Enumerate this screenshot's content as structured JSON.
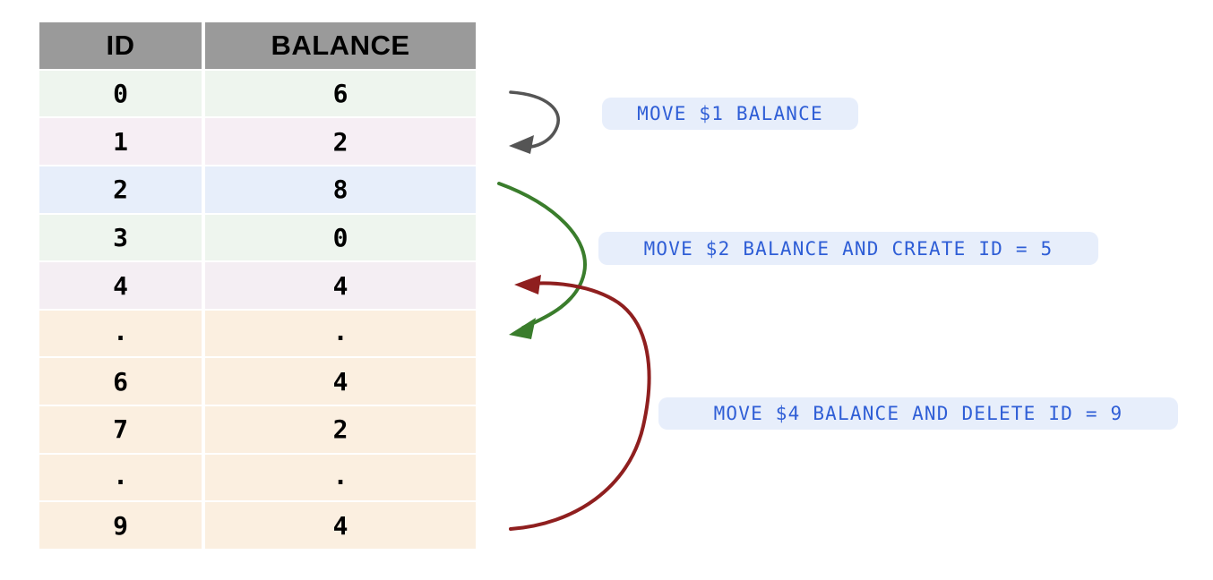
{
  "table": {
    "columns": [
      "ID",
      "BALANCE"
    ],
    "rows": [
      {
        "id": "0",
        "balance": "6",
        "tint": "#eef5ee"
      },
      {
        "id": "1",
        "balance": "2",
        "tint": "#f6eef4"
      },
      {
        "id": "2",
        "balance": "8",
        "tint": "#e7eefa"
      },
      {
        "id": "3",
        "balance": "0",
        "tint": "#eef5ee"
      },
      {
        "id": "4",
        "balance": "4",
        "tint": "#f4eef3"
      },
      {
        "id": ".",
        "balance": ".",
        "tint": "#fbefe0"
      },
      {
        "id": "6",
        "balance": "4",
        "tint": "#fbefe0"
      },
      {
        "id": "7",
        "balance": "2",
        "tint": "#fbefe0"
      },
      {
        "id": ".",
        "balance": ".",
        "tint": "#fbefe0"
      },
      {
        "id": "9",
        "balance": "4",
        "tint": "#fbefe0"
      }
    ]
  },
  "annotations": [
    {
      "label": "MOVE $1 BALANCE",
      "arrow_color": "#555555"
    },
    {
      "label": "MOVE $2 BALANCE AND CREATE ID = 5",
      "arrow_color": "#3a7d2c"
    },
    {
      "label": "MOVE $4 BALANCE AND DELETE ID = 9",
      "arrow_color": "#8f1f1f"
    }
  ],
  "colors": {
    "header_bg": "#9a9a9a",
    "pill_bg": "#e7eefb",
    "pill_text": "#2f5ed6",
    "page_bg": "#ffffff"
  }
}
